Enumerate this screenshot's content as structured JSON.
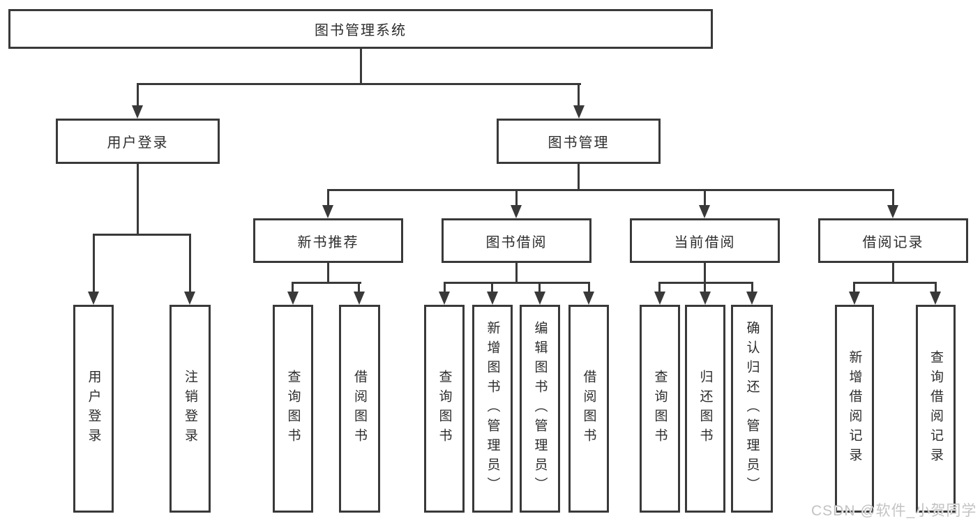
{
  "diagram": {
    "root": {
      "label": "图书管理系统",
      "children": [
        {
          "label": "用户登录",
          "children": [
            {
              "label": "用户登录"
            },
            {
              "label": "注销登录"
            }
          ]
        },
        {
          "label": "图书管理",
          "children": [
            {
              "label": "新书推荐",
              "children": [
                {
                  "label": "查询图书"
                },
                {
                  "label": "借阅图书"
                }
              ]
            },
            {
              "label": "图书借阅",
              "children": [
                {
                  "label": "查询图书"
                },
                {
                  "label": "新增图书（管理员）"
                },
                {
                  "label": "编辑图书（管理员）"
                },
                {
                  "label": "借阅图书"
                }
              ]
            },
            {
              "label": "当前借阅",
              "children": [
                {
                  "label": "查询图书"
                },
                {
                  "label": "归还图书"
                },
                {
                  "label": "确认归还（管理员）"
                }
              ]
            },
            {
              "label": "借阅记录",
              "children": [
                {
                  "label": "新增借阅记录"
                },
                {
                  "label": "查询借阅记录"
                }
              ]
            }
          ]
        }
      ]
    }
  },
  "watermark": {
    "text": "CSDN @软件_小贺同学"
  },
  "colors": {
    "line": "#393939",
    "text": "#2d2d2d",
    "background": "#ffffff",
    "watermark": "#c3c3c3"
  }
}
